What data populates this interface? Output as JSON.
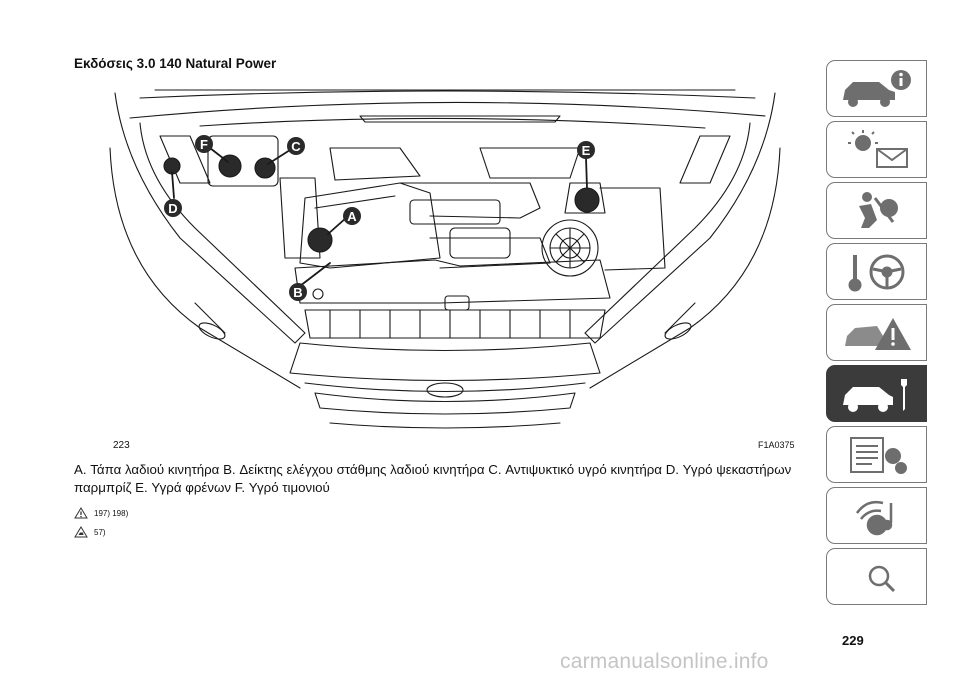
{
  "page": {
    "title": "Εκδόσεις 3.0 140 Natural Power",
    "figure_number": "223",
    "figure_code": "F1A0375",
    "caption": "A. Τάπα λαδιού κινητήρα B. Δείκτης ελέγχου στάθμης λαδιού κινητήρα C. Αντιψυκτικό υγρό κινητήρα D. Υγρό ψεκαστήρων παρμπρίζ E. Υγρά φρένων F. Υγρό τιμονιού",
    "note_warning": "197)  198)",
    "note_info": "57)",
    "page_number": "229",
    "watermark": "carmanualsonline.info"
  },
  "figure": {
    "callouts": {
      "a": "A",
      "b": "B",
      "c": "C",
      "d": "D",
      "e": "E",
      "f": "F"
    },
    "callout_color": "#2a2a2a",
    "icon": "engine-bay-illustration"
  },
  "sidebar": {
    "active_index": 5,
    "active_color": "#3b3b3b",
    "tabs": [
      {
        "icon": "car-info-icon"
      },
      {
        "icon": "warning-lights-messages-icon"
      },
      {
        "icon": "safety-airbag-icon"
      },
      {
        "icon": "starting-driving-icon"
      },
      {
        "icon": "emergency-icon"
      },
      {
        "icon": "maintenance-car-icon"
      },
      {
        "icon": "technical-data-icon"
      },
      {
        "icon": "multimedia-icon"
      },
      {
        "icon": "index-icon"
      }
    ]
  }
}
